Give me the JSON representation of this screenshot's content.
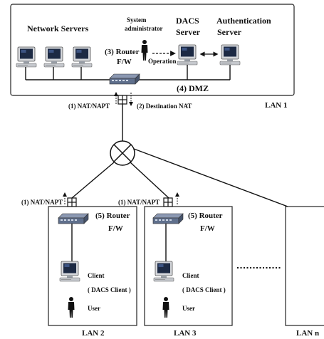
{
  "lan1": {
    "network_servers": "Network Servers",
    "sysadmin_line1": "System",
    "sysadmin_line2": "administrator",
    "dacs_line1": "DACS",
    "dacs_line2": "Server",
    "auth_line1": "Authentication",
    "auth_line2": "Server",
    "router_line1": "(3) Router",
    "router_line2": "F/W",
    "operation": "Operation",
    "dmz": "(4) DMZ",
    "name": "LAN 1",
    "nat_napt": "(1) NAT/NAPT",
    "dest_nat": "(2) Destination NAT"
  },
  "lan2": {
    "nat_napt": "(1) NAT/NAPT",
    "router_line1": "(5)  Router",
    "router_line2": "F/W",
    "client_line1": "Client",
    "client_line2": "( DACS Client )",
    "user": "User",
    "name": "LAN 2"
  },
  "lan3": {
    "nat_napt": "(1) NAT/NAPT",
    "router_line1": "(5)  Router",
    "router_line2": "F/W",
    "client_line1": "Client",
    "client_line2": "( DACS Client )",
    "user": "User",
    "name": "LAN 3"
  },
  "lann": {
    "name": "LAN n"
  },
  "colors": {
    "monitor_bezel": "#d4d6da",
    "monitor_screen": "#1d2a44",
    "router_body": "#5f6f8c",
    "person": "#111111"
  }
}
